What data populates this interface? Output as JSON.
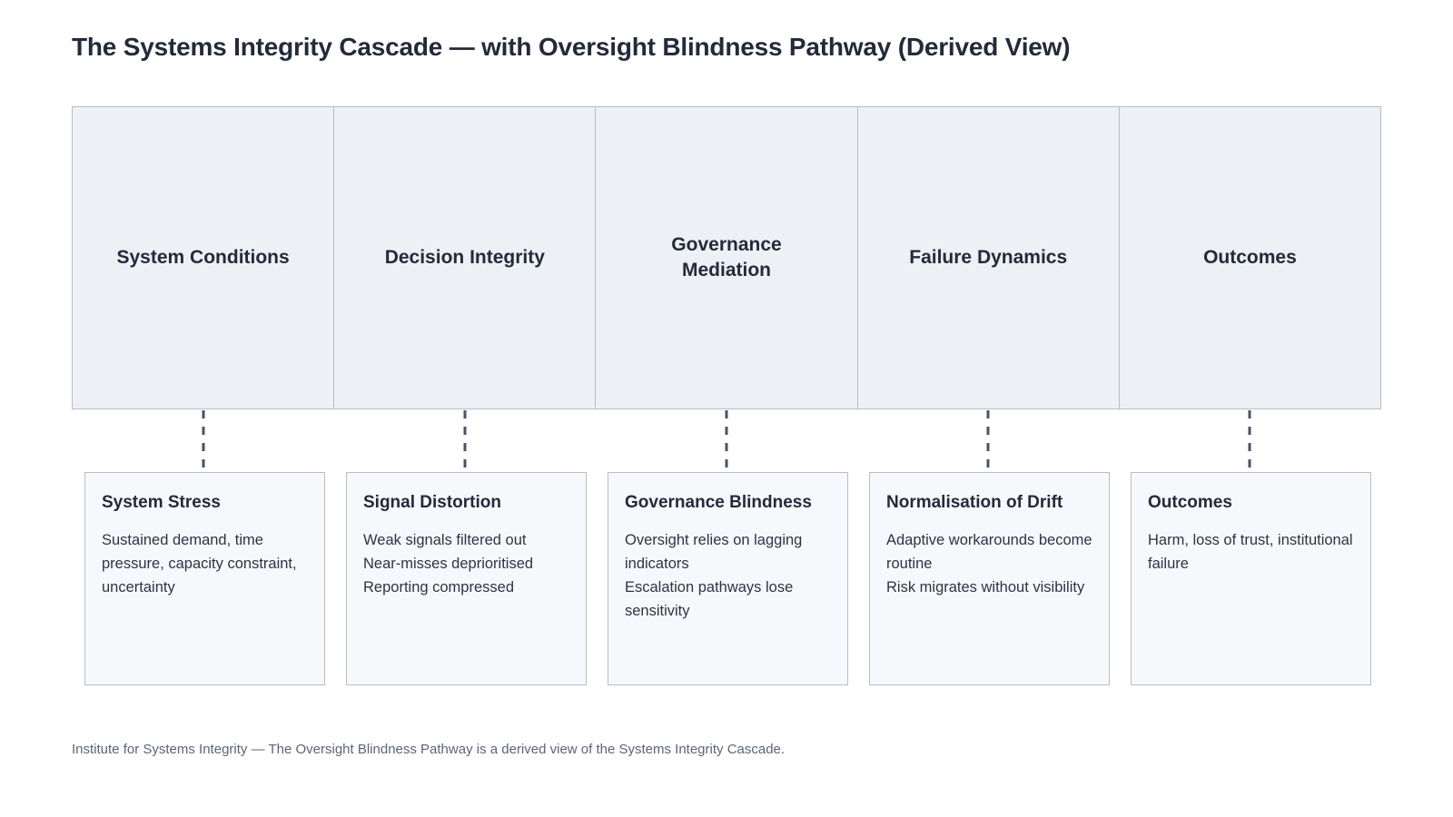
{
  "title": "The Systems Integrity Cascade — with Oversight Blindness Pathway (Derived View)",
  "band": {
    "cells": [
      {
        "label": "System Conditions"
      },
      {
        "label": "Decision Integrity"
      },
      {
        "label": "Governance Mediation"
      },
      {
        "label": "Failure Dynamics"
      },
      {
        "label": "Outcomes"
      }
    ]
  },
  "cards": [
    {
      "title": "System Stress",
      "lines": [
        "Sustained demand, time pressure, capacity constraint,",
        "uncertainty"
      ]
    },
    {
      "title": "Signal Distortion",
      "lines": [
        "Weak signals filtered out",
        "Near-misses deprioritised",
        "Reporting compressed"
      ]
    },
    {
      "title": "Governance Blindness",
      "lines": [
        "Oversight relies on lagging indicators",
        "Escalation pathways lose sensitivity"
      ]
    },
    {
      "title": "Normalisation of Drift",
      "lines": [
        "Adaptive workarounds become routine",
        "Risk migrates without visibility"
      ]
    },
    {
      "title": "Outcomes",
      "lines": [
        "Harm, loss of trust, institutional failure"
      ]
    }
  ],
  "footer": "Institute for Systems Integrity — The Oversight Blindness Pathway is a derived view of the Systems Integrity Cascade.",
  "colors": {
    "band_fill": "#edf0f5",
    "card_fill": "#f7f8fc",
    "border": "#b9bdc9",
    "text": "#232b3a",
    "muted_text": "#5c6478",
    "connector": "#4a5367"
  }
}
